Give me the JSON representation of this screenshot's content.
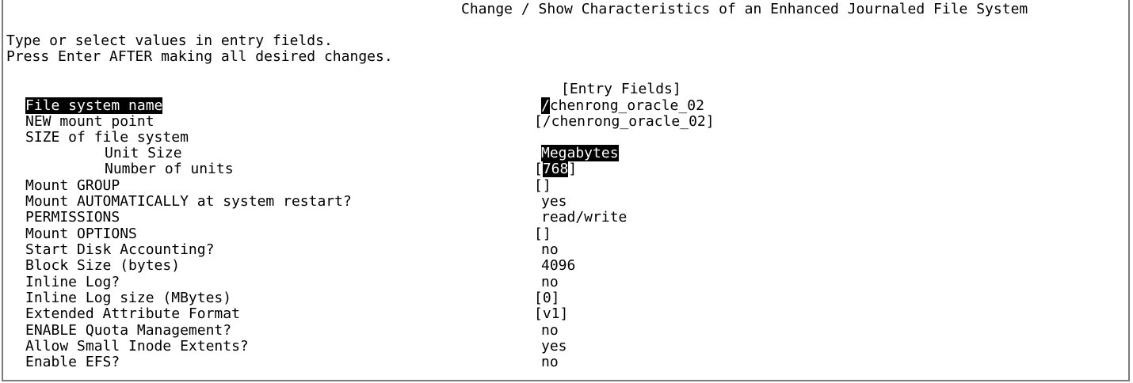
{
  "screen": {
    "title": "Change / Show Characteristics of an Enhanced Journaled File System",
    "instructions": [
      "Type or select values in entry fields.",
      "Press Enter AFTER making all desired changes."
    ],
    "entry_fields_header": "[Entry Fields]"
  },
  "fields": [
    {
      "label": "File system name",
      "value": "/chenrong_oracle_02"
    },
    {
      "label": "NEW mount point",
      "value": "[/chenrong_oracle_02]"
    },
    {
      "label": "SIZE of file system",
      "value": ""
    },
    {
      "label": "Unit Size",
      "value": "Megabytes"
    },
    {
      "label": "Number of units",
      "value_prefix": "[",
      "value_selected": "768",
      "value_suffix": "]"
    },
    {
      "label": "Mount GROUP",
      "value": "[]"
    },
    {
      "label": "Mount AUTOMATICALLY at system restart?",
      "value": "yes"
    },
    {
      "label": "PERMISSIONS",
      "value": "read/write"
    },
    {
      "label": "Mount OPTIONS",
      "value": "[]"
    },
    {
      "label": "Start Disk Accounting?",
      "value": "no"
    },
    {
      "label": "Block Size (bytes)",
      "value": "4096"
    },
    {
      "label": "Inline Log?",
      "value": "no"
    },
    {
      "label": "Inline Log size (MBytes)",
      "value": "[0]"
    },
    {
      "label": "Extended Attribute Format",
      "value": "[v1]"
    },
    {
      "label": "ENABLE Quota Management?",
      "value": "no"
    },
    {
      "label": "Allow Small Inode Extents?",
      "value": "yes"
    },
    {
      "label": "Enable EFS?",
      "value": "no"
    }
  ]
}
